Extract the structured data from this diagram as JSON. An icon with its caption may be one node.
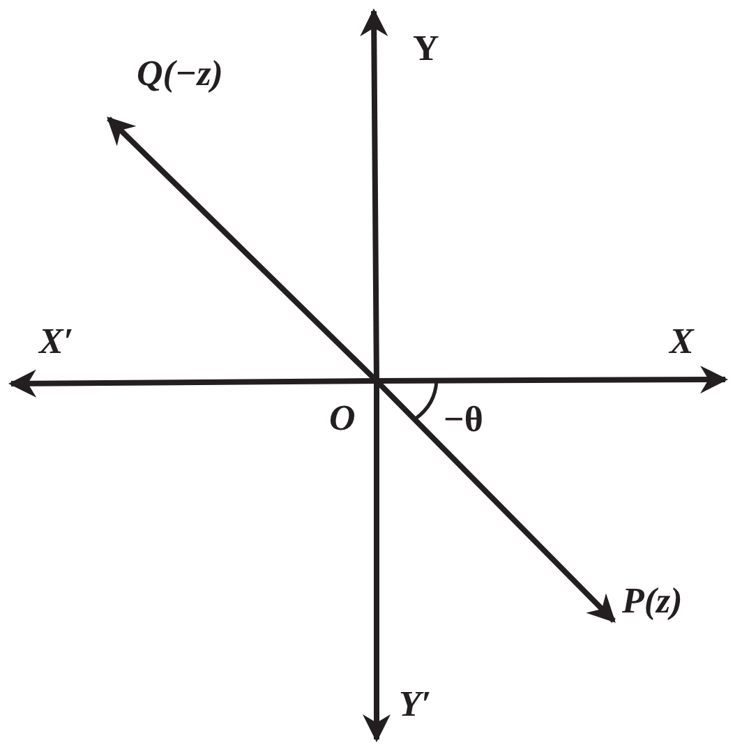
{
  "diagram": {
    "nodes": [
      {
        "text": [
          "O"
        ]
      },
      {
        "text": [
          "Q(−z)"
        ]
      },
      {
        "text": [
          "P(z)"
        ]
      }
    ],
    "edges": [
      {
        "from": 0,
        "to": 1,
        "arrow": "to"
      },
      {
        "from": 0,
        "to": 2,
        "arrow": "to"
      }
    ],
    "labels": [
      "Y",
      "X′",
      "X",
      "−θ",
      "Y′"
    ]
  }
}
